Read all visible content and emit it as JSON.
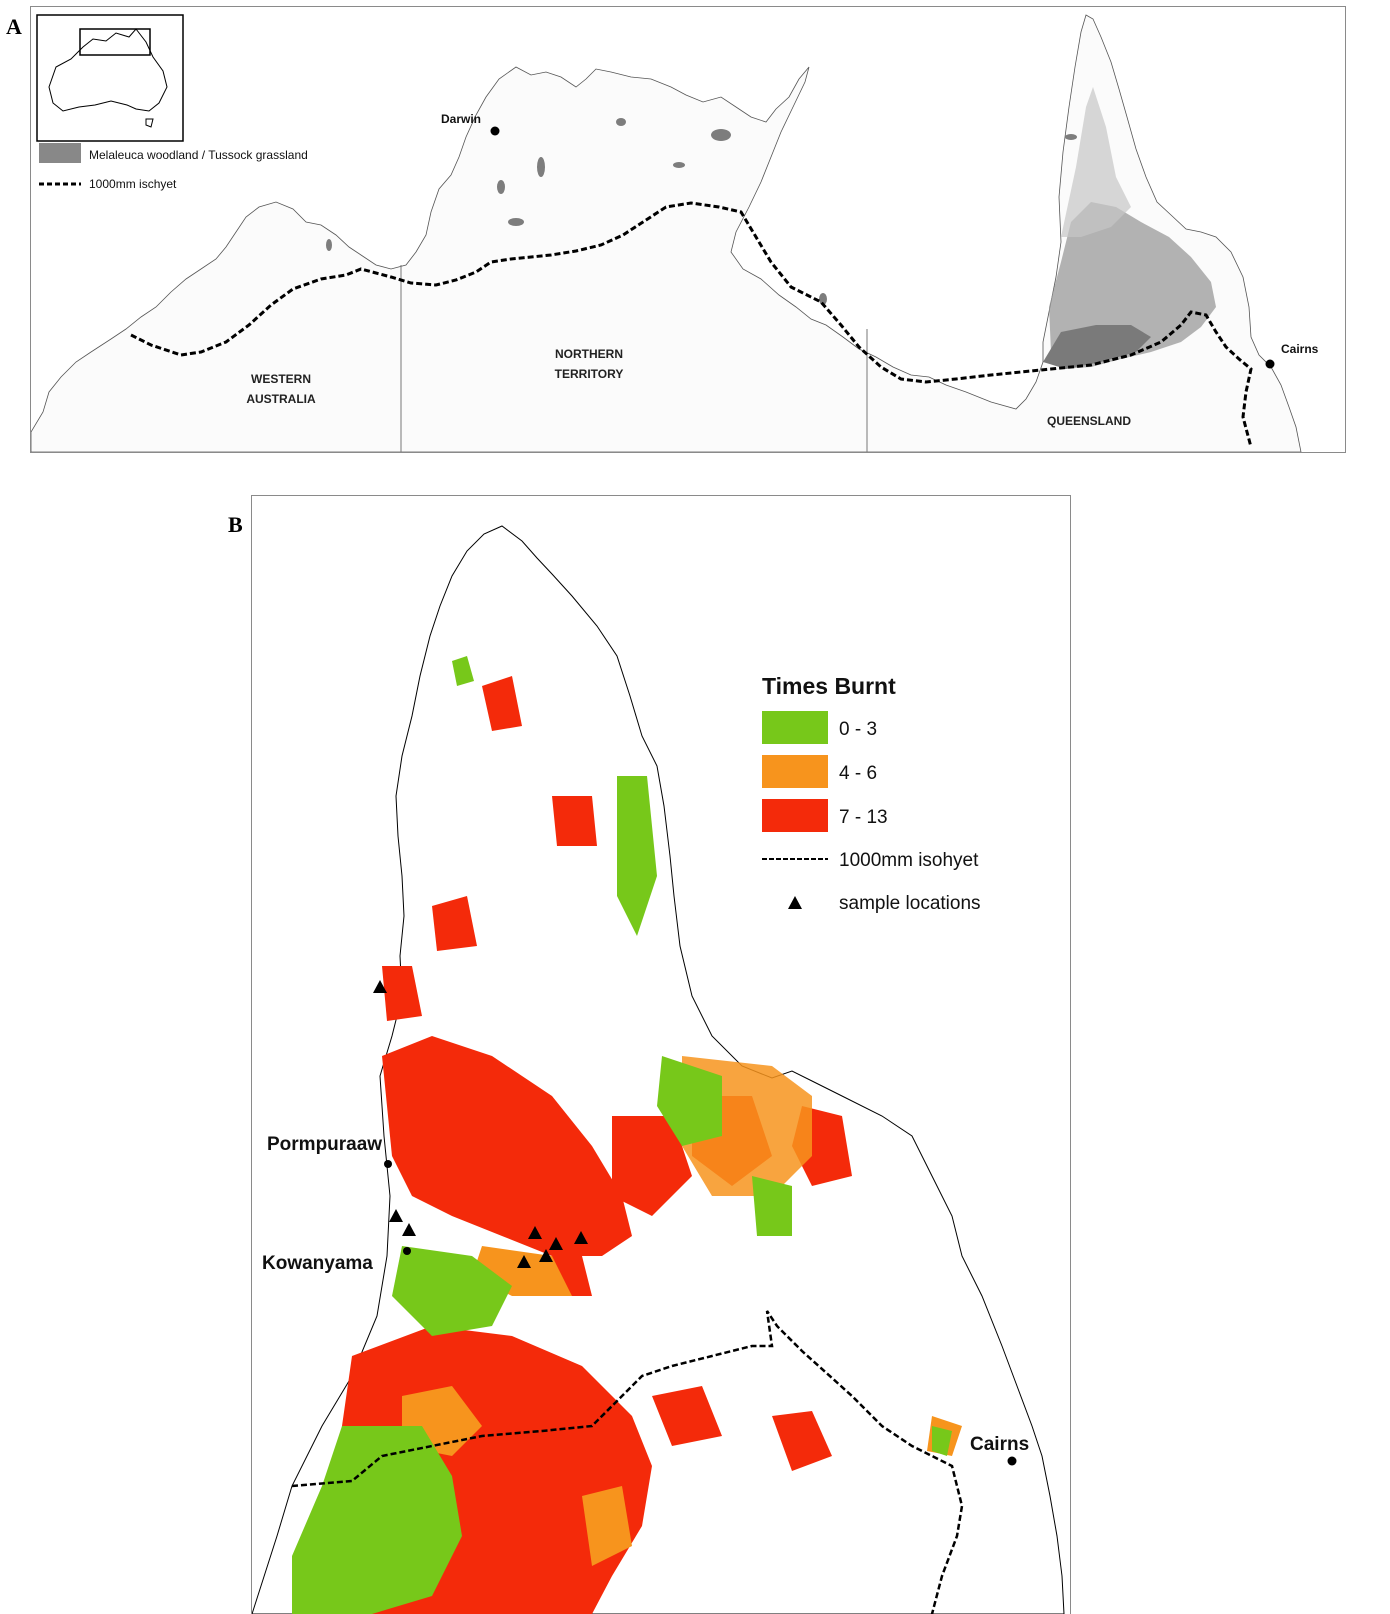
{
  "panel_a": {
    "letter": "A",
    "legend": {
      "woodland": {
        "label": "Melaleuca woodland / Tussock grassland",
        "color": "#888888"
      },
      "isohyet": {
        "label": "1000mm ischyet"
      }
    },
    "cities": [
      {
        "name": "Darwin"
      },
      {
        "name": "Cairns"
      }
    ],
    "regions": {
      "wa_line1": "WESTERN",
      "wa_line2": "AUSTRALIA",
      "nt_line1": "NORTHERN",
      "nt_line2": "TERRITORY",
      "qld": "QUEENSLAND"
    }
  },
  "panel_b": {
    "letter": "B",
    "legend": {
      "title": "Times Burnt",
      "classes": [
        {
          "label": "0 - 3",
          "color": "#77c81a"
        },
        {
          "label": "4 - 6",
          "color": "#f7941d"
        },
        {
          "label": "7 - 13",
          "color": "#f42a0a"
        }
      ],
      "isohyet": "1000mm isohyet",
      "samples": "sample locations"
    },
    "towns": [
      {
        "name": "Pormpuraaw"
      },
      {
        "name": "Kowanyama"
      },
      {
        "name": "Cairns"
      }
    ]
  }
}
